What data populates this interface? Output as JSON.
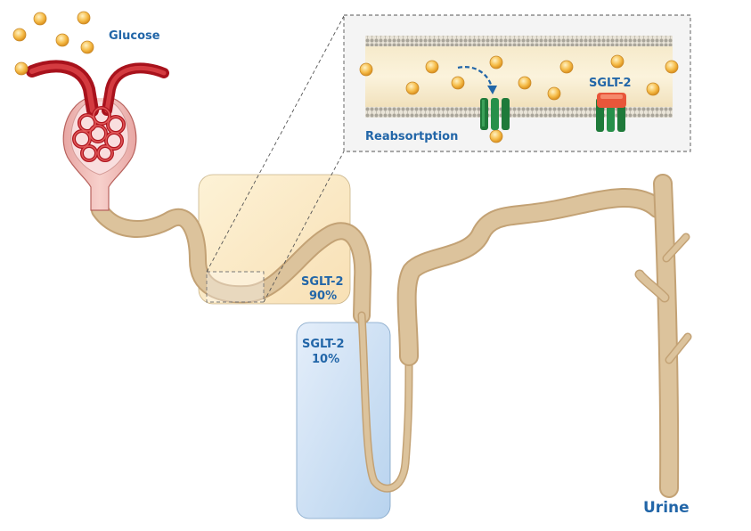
{
  "labels": {
    "glucose": "Glucose",
    "reabsorption": "Reabsortption",
    "sglt2_inset": "SGLT-2",
    "sglt2_proximal": "SGLT-2",
    "sglt2_proximal_pct": "90%",
    "sglt2_distal": "SGLT-2",
    "sglt2_distal_pct": "10%",
    "urine": "Urine"
  },
  "colors": {
    "label_blue": "#2266a8",
    "tubule": "#d6bc93",
    "glucose": "#f4b43e",
    "blood_vessel": "#c0202a",
    "transporter": "#1f7a3a",
    "blocker": "#e8563a",
    "zone_90": "#fbe9c6",
    "zone_10": "#c9def2"
  }
}
